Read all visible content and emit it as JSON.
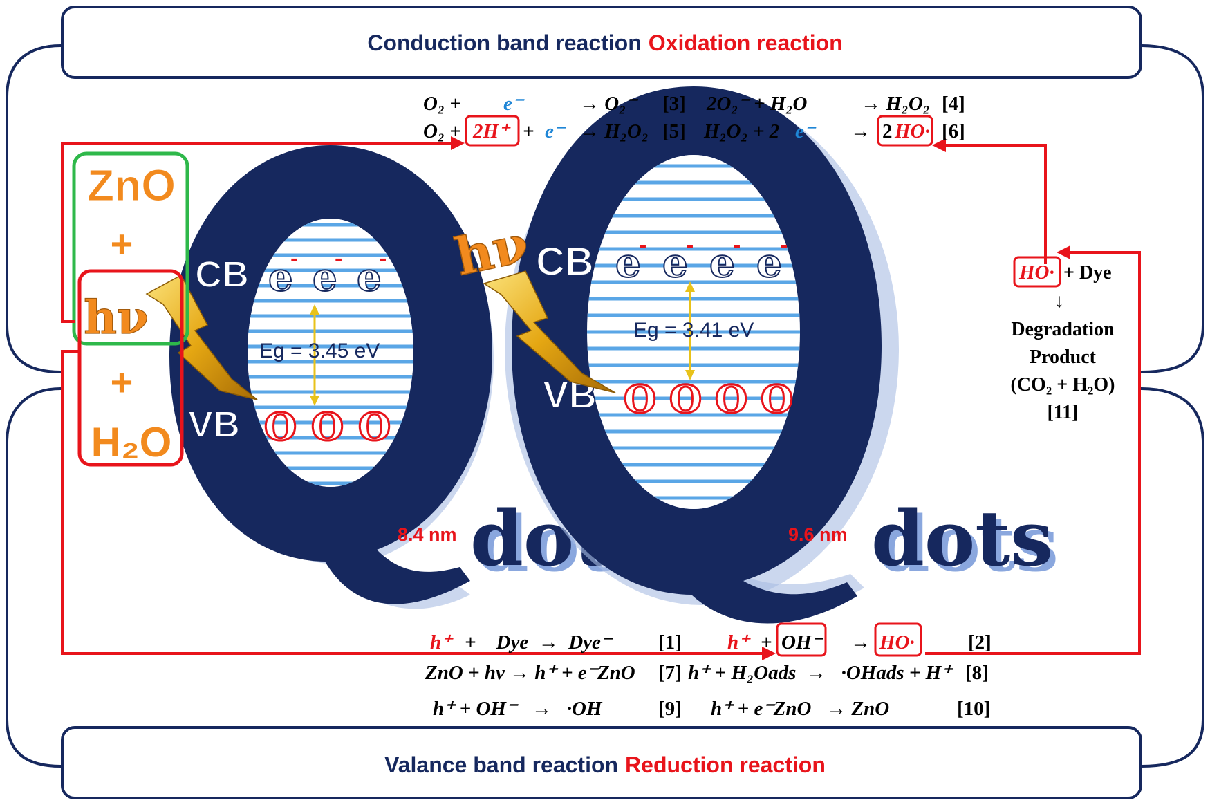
{
  "header": {
    "conduction_label": "Conduction band reaction",
    "oxidation_label": "Oxidation reaction"
  },
  "footer": {
    "valance_label": "Valance band reaction",
    "reduction_label": "Reduction reaction"
  },
  "left_box": {
    "zno": "ZnO",
    "plus1": "+",
    "hv": "hν",
    "plus2": "+",
    "h2o": "H₂O"
  },
  "dot1": {
    "cb": "CB",
    "vb": "VB",
    "electron": "e",
    "electron_charge": "-",
    "hole": "O",
    "eg": "Eg = 3.45 eV",
    "size": "8.4 nm",
    "dots_word": "dots",
    "letter": "Q"
  },
  "dot2": {
    "cb": "CB",
    "vb": "VB",
    "electron": "e",
    "electron_charge": "-",
    "hole": "O",
    "eg": "Eg = 3.41 eV",
    "size": "9.6 nm",
    "dots_word": "dots",
    "letter": "Q",
    "hv": "hν"
  },
  "top_equations": {
    "e3_lhs": "O₂ +",
    "e3_e": "e⁻",
    "e3_rhs": "→ O₂⁻",
    "e3_num": "[3]",
    "e4_lhs": "2O₂⁻ + H₂O",
    "e4_rhs": "→ H₂O₂",
    "e4_num": "[4]",
    "e5_lhs": "O₂ +",
    "e5_box": "2H⁺",
    "e5_plus": "+",
    "e5_e": "e⁻",
    "e5_rhs": "→ H₂O₂",
    "e5_num": "[5]",
    "e6_lhs": "H₂O₂ + 2",
    "e6_e": "e⁻",
    "e6_arrow": "→",
    "e6_two": "2",
    "e6_box": "HO·",
    "e6_num": "[6]"
  },
  "right_side": {
    "box": "HO·",
    "plus_dye": "+ Dye",
    "arrow": "↓",
    "line1": "Degradation",
    "line2": "Product",
    "line3": "(CO₂ + H₂O)",
    "num": "[11]"
  },
  "bottom_equations": {
    "e1_h": "h⁺",
    "e1_rest": "+    Dye  →  Dye⁻",
    "e1_num": "[1]",
    "e2_h": "h⁺",
    "e2_plus": "+",
    "e2_box": "OH⁻",
    "e2_arrow": "→",
    "e2_box2": "HO·",
    "e2_num": "[2]",
    "e7": "ZnO + hν → h⁺ + e⁻ZnO",
    "e7_num": "[7]",
    "e8": "h⁺ + H₂Oads  →   ·OHads + H⁺",
    "e8_num": "[8]",
    "e9": "h⁺ + OH⁻   →   ·OH",
    "e9_num": "[9]",
    "e10": "h⁺ + e⁻ZnO   → ZnO",
    "e10_num": "[10]"
  },
  "colors": {
    "navy": "#16285e",
    "red": "#e8141b",
    "orange": "#f28a1e",
    "green": "#2eb84a",
    "band_blue": "#5aa6e6",
    "arrow_yellow": "#e8c21a",
    "electron_blue": "#1f86d6"
  }
}
